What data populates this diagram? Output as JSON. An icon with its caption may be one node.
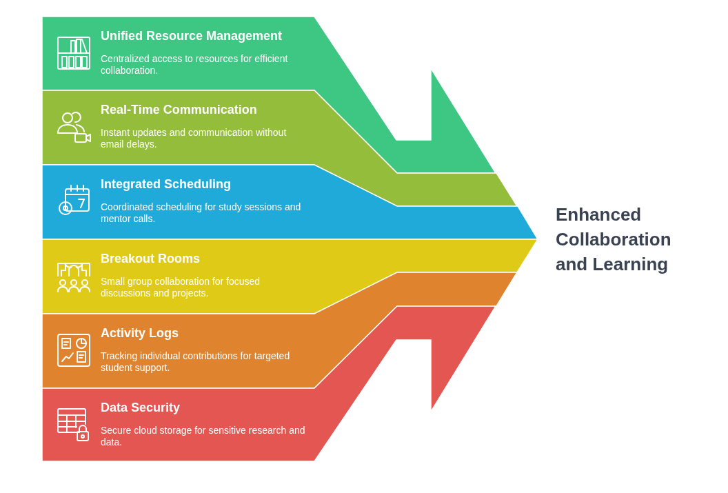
{
  "diagram": {
    "nodes": [
      {
        "text": [
          "Unified Resource Management",
          "Centralized access to resources for efficient collaboration."
        ]
      },
      {
        "text": [
          "Real-Time Communication",
          "Instant updates and communication without email delays."
        ]
      },
      {
        "text": [
          "Integrated Scheduling",
          "Coordinated scheduling for study sessions and mentor calls."
        ]
      },
      {
        "text": [
          "Breakout Rooms",
          "Small group collaboration for focused discussions and projects."
        ]
      },
      {
        "text": [
          "Activity Logs",
          "Tracking individual contributions for targeted student support."
        ]
      },
      {
        "text": [
          "Data Security",
          "Secure cloud storage for sensitive research and data."
        ]
      }
    ],
    "labels": [
      "Enhanced Collaboration and Learning"
    ]
  }
}
